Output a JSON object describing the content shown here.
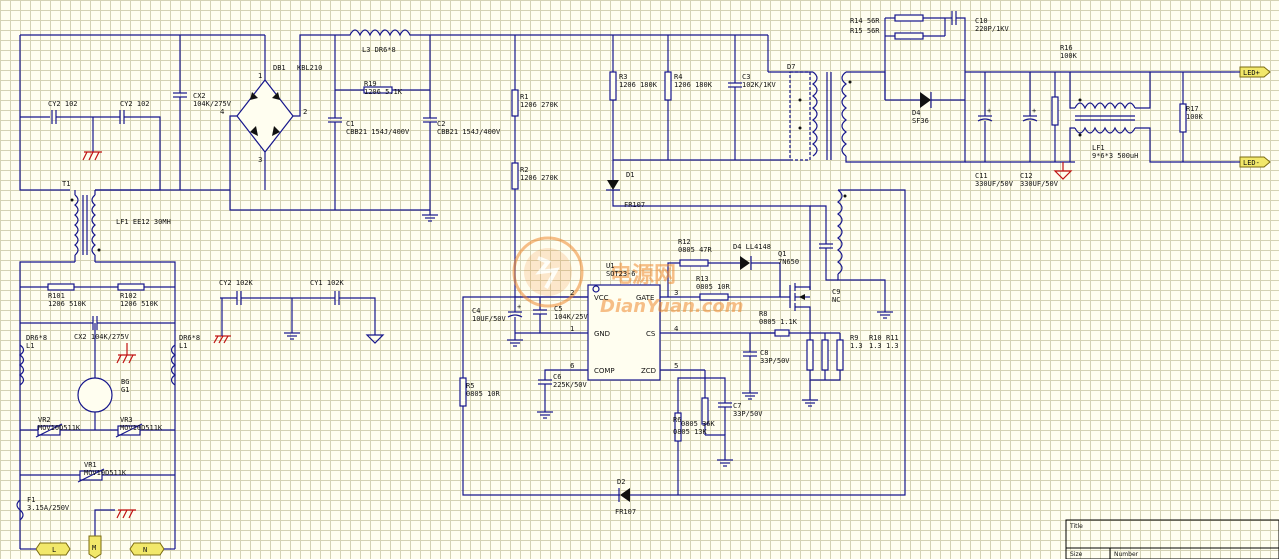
{
  "schematic": {
    "ports": {
      "line": "L",
      "neutral": "N",
      "led_pos": "LED+",
      "led_neg": "LED-"
    },
    "components": [
      {
        "ref": "CY2",
        "value": "102"
      },
      {
        "ref": "CY2",
        "value": "102"
      },
      {
        "ref": "CX2",
        "value": "104K/275V"
      },
      {
        "ref": "DB1",
        "value": "KBL210"
      },
      {
        "ref": "L3",
        "value": "DR6*8"
      },
      {
        "ref": "R19",
        "value": "1206 5.1K"
      },
      {
        "ref": "C1",
        "value": "CBB21 154J/400V"
      },
      {
        "ref": "C2",
        "value": "CBB21 154J/400V"
      },
      {
        "ref": "R1",
        "value": "1206 270K"
      },
      {
        "ref": "R2",
        "value": "1206 270K"
      },
      {
        "ref": "R3",
        "value": "1206 180K"
      },
      {
        "ref": "R4",
        "value": "1206 180K"
      },
      {
        "ref": "C3",
        "value": "102K/1KV"
      },
      {
        "ref": "D7",
        "value": ""
      },
      {
        "ref": "R14",
        "value": "56R"
      },
      {
        "ref": "R15",
        "value": "56R"
      },
      {
        "ref": "C10",
        "value": "220P/1KV"
      },
      {
        "ref": "D4",
        "value": "SF36"
      },
      {
        "ref": "C11",
        "value": "330UF/50V"
      },
      {
        "ref": "C12",
        "value": "330UF/50V"
      },
      {
        "ref": "R16",
        "value": "100K"
      },
      {
        "ref": "R17",
        "value": "100K"
      },
      {
        "ref": "LF1",
        "value": "9*6*3 500uH"
      },
      {
        "ref": "T1",
        "value": ""
      },
      {
        "ref": "LF1",
        "value": "EE12 30MH"
      },
      {
        "ref": "D1",
        "value": "FR107"
      },
      {
        "ref": "R12",
        "value": "0805 47R"
      },
      {
        "ref": "D4",
        "value": "LL4148"
      },
      {
        "ref": "R13",
        "value": "0805 10R"
      },
      {
        "ref": "Q1",
        "value": "7N650"
      },
      {
        "ref": "U1",
        "value": "SOT23-6"
      },
      {
        "ref": "C4",
        "value": "10UF/50V"
      },
      {
        "ref": "C5",
        "value": "104K/25V"
      },
      {
        "ref": "R8",
        "value": "0805 1.1K"
      },
      {
        "ref": "C9",
        "value": "NC"
      },
      {
        "ref": "C8",
        "value": "33P/50V"
      },
      {
        "ref": "R9",
        "value": "1.3"
      },
      {
        "ref": "R10",
        "value": "1.3"
      },
      {
        "ref": "R11",
        "value": "1.3"
      },
      {
        "ref": "C6",
        "value": "225K/50V"
      },
      {
        "ref": "R5",
        "value": "0805 10R"
      },
      {
        "ref": "R6",
        "value": "0805 36K"
      },
      {
        "ref": "R7",
        "value": "0805 13K"
      },
      {
        "ref": "C7",
        "value": "33P/50V"
      },
      {
        "ref": "D2",
        "value": "FR107"
      },
      {
        "ref": "R101",
        "value": "1206 510K"
      },
      {
        "ref": "R102",
        "value": "1206 510K"
      },
      {
        "ref": "CY2",
        "value": "102K"
      },
      {
        "ref": "CY1",
        "value": "102K"
      },
      {
        "ref": "CX2",
        "value": "104K/275V"
      },
      {
        "ref": "DR6*8",
        "value": "L1"
      },
      {
        "ref": "DR6*8",
        "value": "L1"
      },
      {
        "ref": "BG",
        "value": "G1"
      },
      {
        "ref": "VR2",
        "value": "MOV10D511K"
      },
      {
        "ref": "VR3",
        "value": "MOV10D511K"
      },
      {
        "ref": "VR1",
        "value": "MOV10D511K"
      },
      {
        "ref": "F1",
        "value": "3.15A/250V"
      }
    ],
    "ic_pins": {
      "vcc": "VCC",
      "gate": "GATE",
      "gnd": "GND",
      "cs": "CS",
      "comp": "COMP",
      "zcd": "ZCD",
      "n2": "2",
      "n1": "1",
      "n3": "3",
      "n4": "4",
      "n6": "6",
      "n5": "5"
    },
    "bridge_pins": {
      "p1": "1",
      "p2": "2",
      "p3": "3",
      "p4": "4"
    },
    "title_block": {
      "title_label": "Title",
      "size_label": "Size",
      "number_label": "Number"
    },
    "watermark": {
      "cn": "电源网",
      "en": "DianYuan.com"
    },
    "colors": {
      "wire": "#16168c",
      "ground_red": "#c01010",
      "grid": "#d4d2b4",
      "background": "#fffef0",
      "watermark": "#f08a30"
    }
  }
}
